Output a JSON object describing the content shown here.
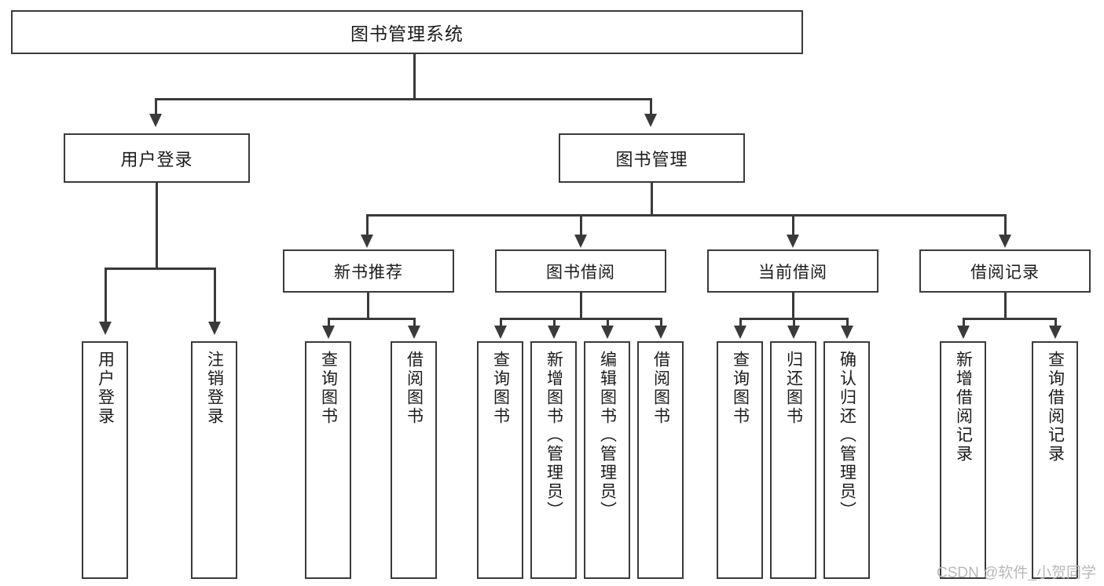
{
  "diagram": {
    "type": "tree-hierarchy",
    "title": "图书管理系统",
    "orientation": "top-down",
    "colors": {
      "box_border": "#3a3a3a",
      "box_fill": "#ffffff",
      "connector": "#3a3a3a",
      "text": "#1b1b1b",
      "watermark": "#b9b9b9",
      "background": "#ffffff"
    }
  },
  "root": {
    "label": "图书管理系统"
  },
  "level2": [
    {
      "label": "用户登录"
    },
    {
      "label": "图书管理"
    }
  ],
  "level3": [
    {
      "label": "新书推荐"
    },
    {
      "label": "图书借阅"
    },
    {
      "label": "当前借阅"
    },
    {
      "label": "借阅记录"
    }
  ],
  "leaves": {
    "user_login": [
      {
        "label": "用户登录"
      },
      {
        "label": "注销登录"
      }
    ],
    "new_book_recommend": [
      {
        "label": "查询图书"
      },
      {
        "label": "借阅图书"
      }
    ],
    "book_borrow": [
      {
        "label": "查询图书"
      },
      {
        "label": "新增图书（管理员）"
      },
      {
        "label": "编辑图书（管理员）"
      },
      {
        "label": "借阅图书"
      }
    ],
    "current_borrow": [
      {
        "label": "查询图书"
      },
      {
        "label": "归还图书"
      },
      {
        "label": "确认归还（管理员）"
      }
    ],
    "borrow_record": [
      {
        "label": "新增借阅记录"
      },
      {
        "label": "查询借阅记录"
      }
    ]
  },
  "watermark": {
    "text": "CSDN @软件_小贺同学"
  }
}
